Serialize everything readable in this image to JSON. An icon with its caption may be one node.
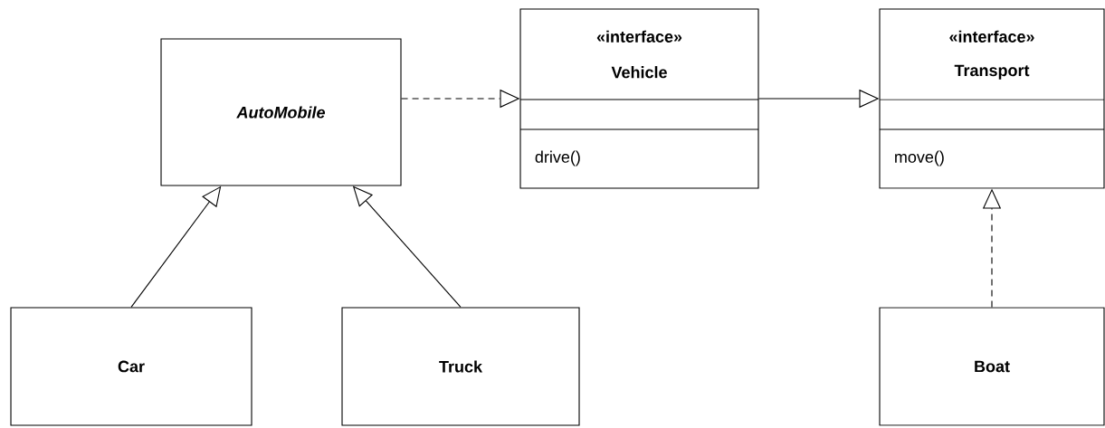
{
  "diagram": {
    "nodes": [
      {
        "text": [
          "AutoMobile"
        ]
      },
      {
        "text": [
          "«interface»",
          "Vehicle",
          "drive()"
        ]
      },
      {
        "text": [
          "«interface»",
          "Transport",
          "move()"
        ]
      },
      {
        "text": [
          "Car"
        ]
      },
      {
        "text": [
          "Truck"
        ]
      },
      {
        "text": [
          "Boat"
        ]
      }
    ],
    "edges": [
      {
        "from": 0,
        "to": 1,
        "arrow": "to",
        "style": "dashed"
      },
      {
        "from": 1,
        "to": 2,
        "arrow": "to"
      },
      {
        "from": 3,
        "to": 0,
        "arrow": "to"
      },
      {
        "from": 4,
        "to": 0,
        "arrow": "to"
      },
      {
        "from": 5,
        "to": 2,
        "arrow": "to",
        "style": "dashed"
      }
    ]
  }
}
